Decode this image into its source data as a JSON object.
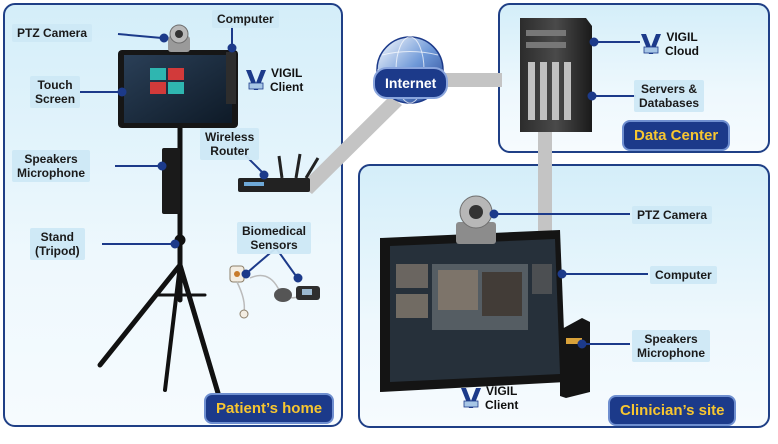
{
  "patient": {
    "title": "Patient’s home",
    "ptz": "PTZ Camera",
    "computer": "Computer",
    "touch1": "Touch",
    "touch2": "Screen",
    "vigil1": "VIGIL",
    "vigil2": "Client",
    "router1": "Wireless",
    "router2": "Router",
    "speakers1": "Speakers",
    "speakers2": "Microphone",
    "stand1": "Stand",
    "stand2": "(Tripod)",
    "bio1": "Biomedical",
    "bio2": "Sensors"
  },
  "internet": {
    "label": "Internet"
  },
  "datacenter": {
    "title": "Data Center",
    "vigil1": "VIGIL",
    "vigil2": "Cloud",
    "servers1": "Servers &",
    "servers2": "Databases"
  },
  "clinician": {
    "title": "Clinician’s site",
    "ptz": "PTZ Camera",
    "computer": "Computer",
    "speakers1": "Speakers",
    "speakers2": "Microphone",
    "vigil1": "VIGIL",
    "vigil2": "Client"
  },
  "colors": {
    "panel_border": "#1f3f86",
    "title_bg": "#1c3a8a",
    "title_text": "#f7c630",
    "pointer": "#1c3a8a"
  }
}
